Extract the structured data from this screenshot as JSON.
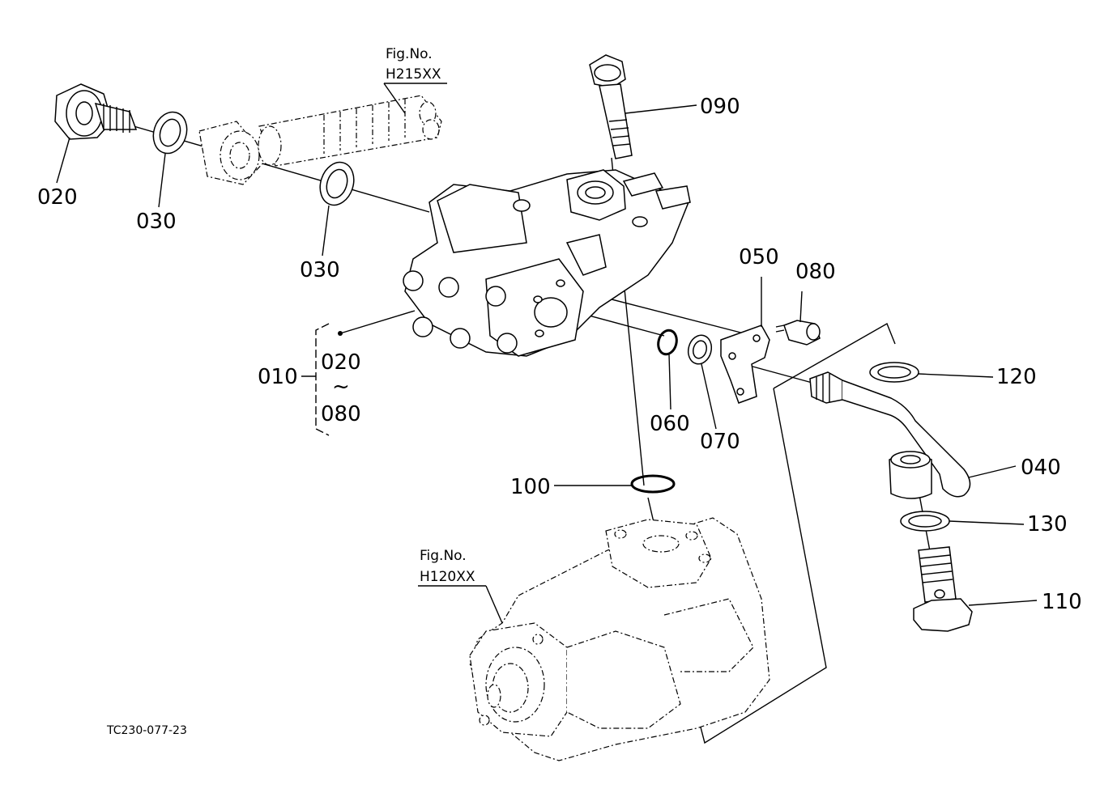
{
  "figure_code": "TC230-077-23",
  "references": [
    {
      "prefix": "Fig.No.",
      "code": "H215XX"
    },
    {
      "prefix": "Fig.No.",
      "code": "H120XX"
    }
  ],
  "callouts": {
    "p090": "090",
    "p020": "020",
    "p030a": "030",
    "p030b": "030",
    "p050": "050",
    "p080": "080",
    "p010": "010",
    "p010_from": "020",
    "p010_tilde": "~",
    "p010_to": "080",
    "p060": "060",
    "p070": "070",
    "p120": "120",
    "p040": "040",
    "p100": "100",
    "p130": "130",
    "p110": "110"
  }
}
